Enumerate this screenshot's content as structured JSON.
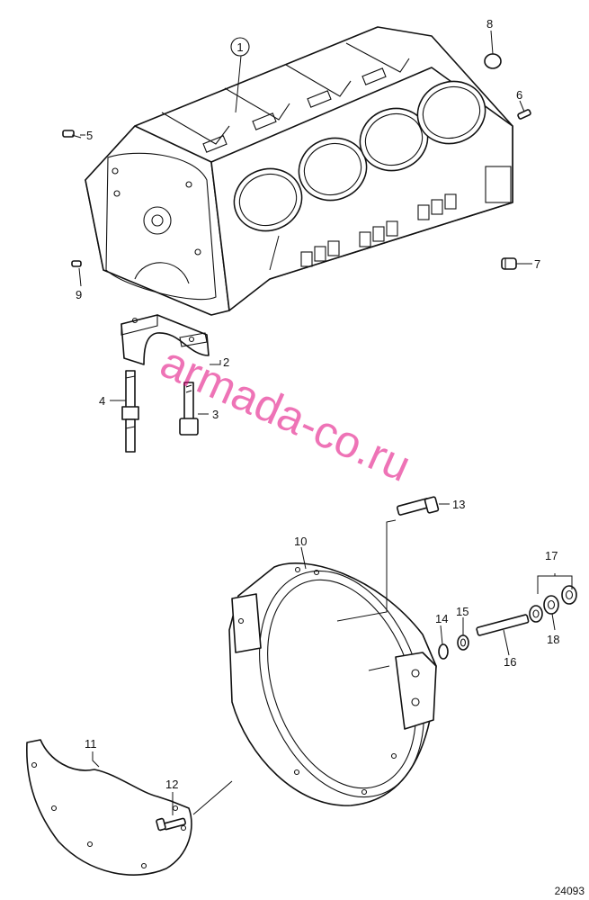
{
  "callouts": {
    "c1": "1",
    "c2": "2",
    "c3": "3",
    "c4": "4",
    "c5": "5",
    "c6": "6",
    "c7": "7",
    "c8": "8",
    "c9": "9",
    "c10": "10",
    "c11": "11",
    "c12": "12",
    "c13": "13",
    "c14": "14",
    "c15": "15",
    "c16": "16",
    "c17": "17",
    "c18": "18"
  },
  "watermark": "armada-co.ru",
  "figure_number": "24093",
  "colors": {
    "line": "#111111",
    "watermark": "#e0007a",
    "background": "#ffffff"
  }
}
